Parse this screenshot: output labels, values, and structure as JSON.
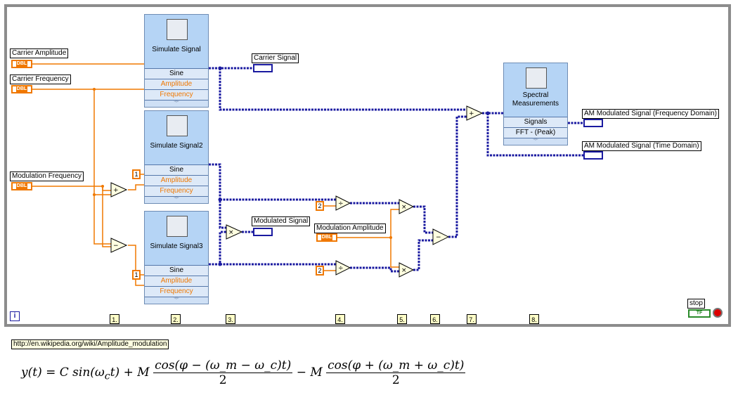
{
  "controls": {
    "carrier_amplitude": {
      "label": "Carrier Amplitude",
      "type": "DBL"
    },
    "carrier_frequency": {
      "label": "Carrier Frequency",
      "type": "DBL"
    },
    "modulation_frequency": {
      "label": "Modulation Frequency",
      "type": "DBL"
    },
    "modulation_amplitude": {
      "label": "Modulation Amplitude",
      "type": "DBL"
    },
    "stop": {
      "label": "stop",
      "type": "TF"
    }
  },
  "indicators": {
    "carrier_signal": "Carrier Signal",
    "modulated_signal": "Modulated Signal",
    "am_freq": "AM Modulated Signal (Frequency Domain)",
    "am_time": "AM Modulated Signal (Time Domain)"
  },
  "express_vis": [
    {
      "title": "Simulate Signal",
      "rows": [
        "Sine",
        "Amplitude",
        "Frequency"
      ]
    },
    {
      "title": "Simulate Signal2",
      "rows": [
        "Sine",
        "Amplitude",
        "Frequency"
      ]
    },
    {
      "title": "Simulate Signal3",
      "rows": [
        "Sine",
        "Amplitude",
        "Frequency"
      ]
    },
    {
      "title_line1": "Spectral",
      "title_line2": "Measurements",
      "rows": [
        "Signals",
        "FFT - (Peak)"
      ]
    }
  ],
  "constants": {
    "one_a": "1",
    "one_b": "1",
    "two_a": "2",
    "two_b": "2"
  },
  "steps": [
    "1.",
    "2.",
    "3.",
    "4.",
    "5.",
    "6.",
    "7.",
    "8."
  ],
  "url": "http://en.wikipedia.org/wiki/Amplitude_modulation",
  "equation": {
    "lhs": "y(t) = C sin(ω",
    "lhs_sub": "c",
    "lhs_end": "t) + M",
    "num1": "cos(φ − (ω_m − ω_c)t)",
    "den": "2",
    "mid": "− M",
    "num2": "cos(φ + (ω_m + ω_c)t)"
  },
  "info_glyph": "i",
  "colors": {
    "wire_orange": "#f07800",
    "wire_blue": "#1a1aa0",
    "express_bg": "#b5d4f5"
  }
}
